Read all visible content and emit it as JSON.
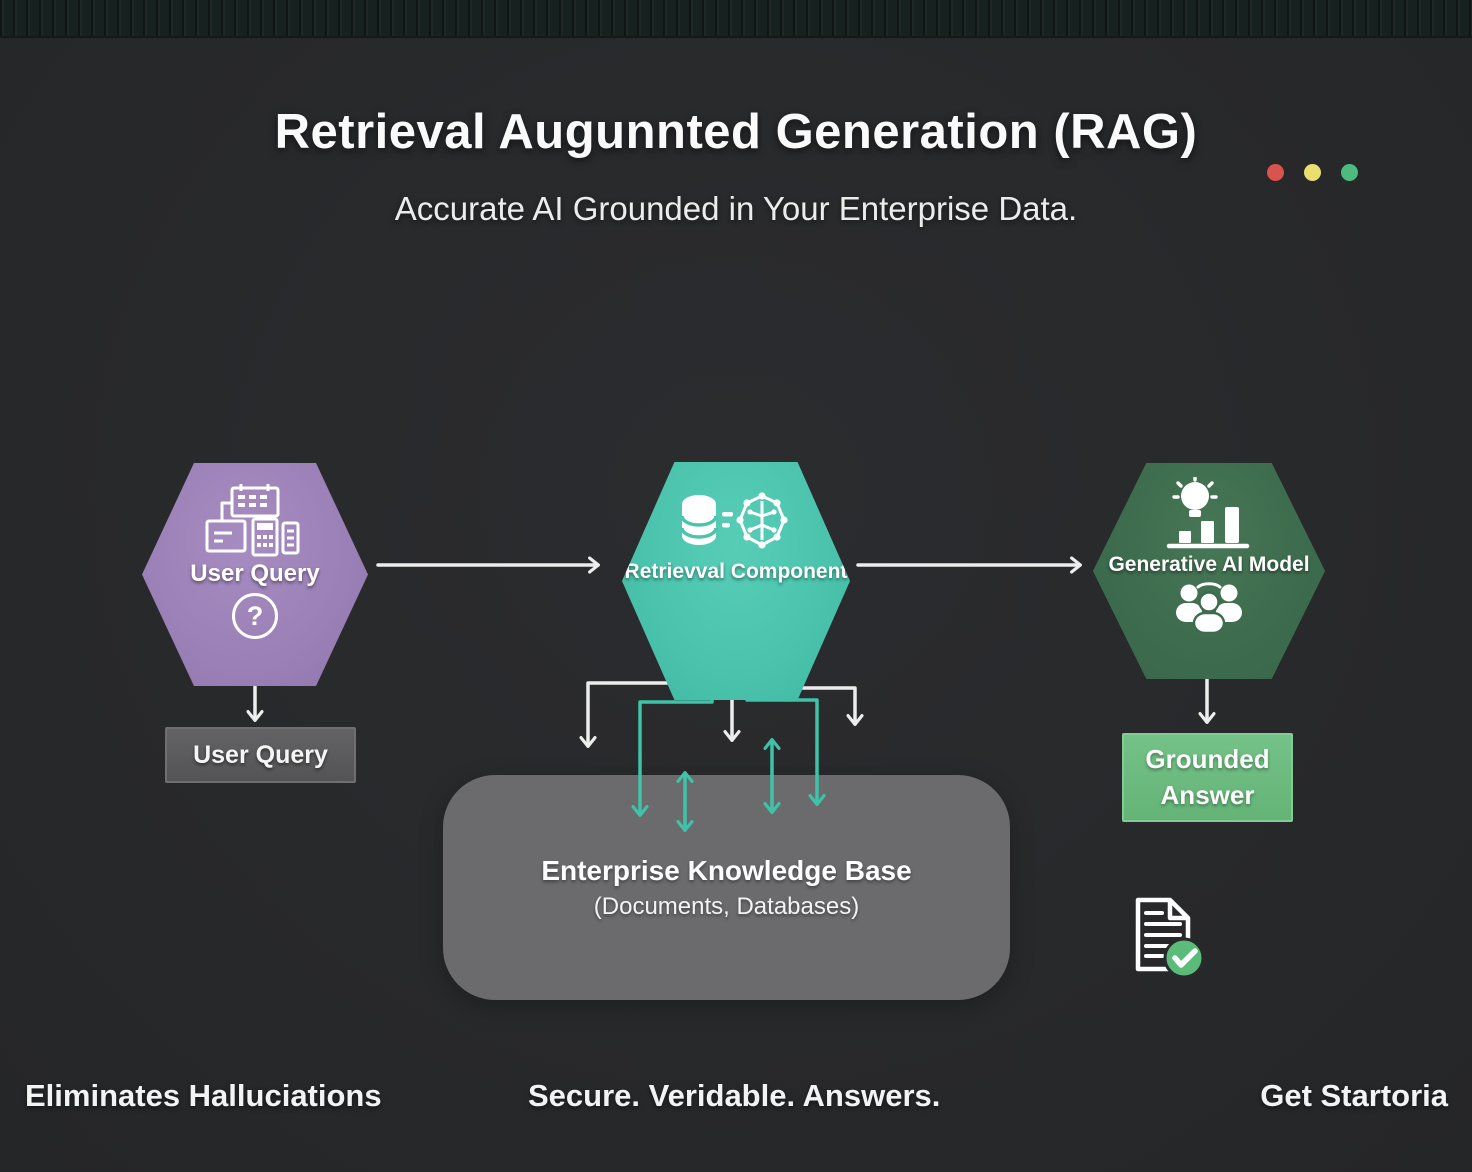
{
  "header": {
    "title": "Retrieval Augunnted Generation (RAG)",
    "subtitle": "Accurate AI Grounded in Your Enterprise Data.",
    "traffic_dots": [
      {
        "name": "red-dot",
        "color": "#d9534f"
      },
      {
        "name": "yellow-dot",
        "color": "#eadf6e"
      },
      {
        "name": "green-dot",
        "color": "#4fba7d"
      }
    ]
  },
  "diagram": {
    "user_query_hex": {
      "label": "User Query",
      "color": "#9a80b6"
    },
    "retrieval_hex": {
      "label": "Retrievval Component",
      "color": "#4cc4ad"
    },
    "generative_hex": {
      "label": "Generative AI Model",
      "color": "#3d6b4d"
    },
    "user_query_box": {
      "label": "User Query",
      "color": "#59595b"
    },
    "grounded_answer_box": {
      "label": "Grounded Answer",
      "color": "#69ba7d"
    },
    "knowledge_base": {
      "title": "Enterprise Knowledge Base",
      "subtitle": "(Documents, Databases)",
      "color": "#747478"
    }
  },
  "icons": {
    "user_query_hex": [
      "calendar-icon",
      "card-icon",
      "calculator-icon",
      "device-icon",
      "question-circle-icon"
    ],
    "retrieval_hex": [
      "database-icon",
      "ai-brain-icon"
    ],
    "generative_hex": [
      "idea-bar-chart-icon",
      "team-icon"
    ],
    "output": [
      "verified-document-icon",
      "check-badge-icon"
    ]
  },
  "colors": {
    "background": "#28292b",
    "top_strip": "#17211f",
    "arrow_white": "#ededed",
    "arrow_teal": "#3fc3a8"
  },
  "footer": {
    "left": "Eliminates Halluciations",
    "center": "Secure. Veridable. Answers.",
    "right": "Get Startoria"
  }
}
